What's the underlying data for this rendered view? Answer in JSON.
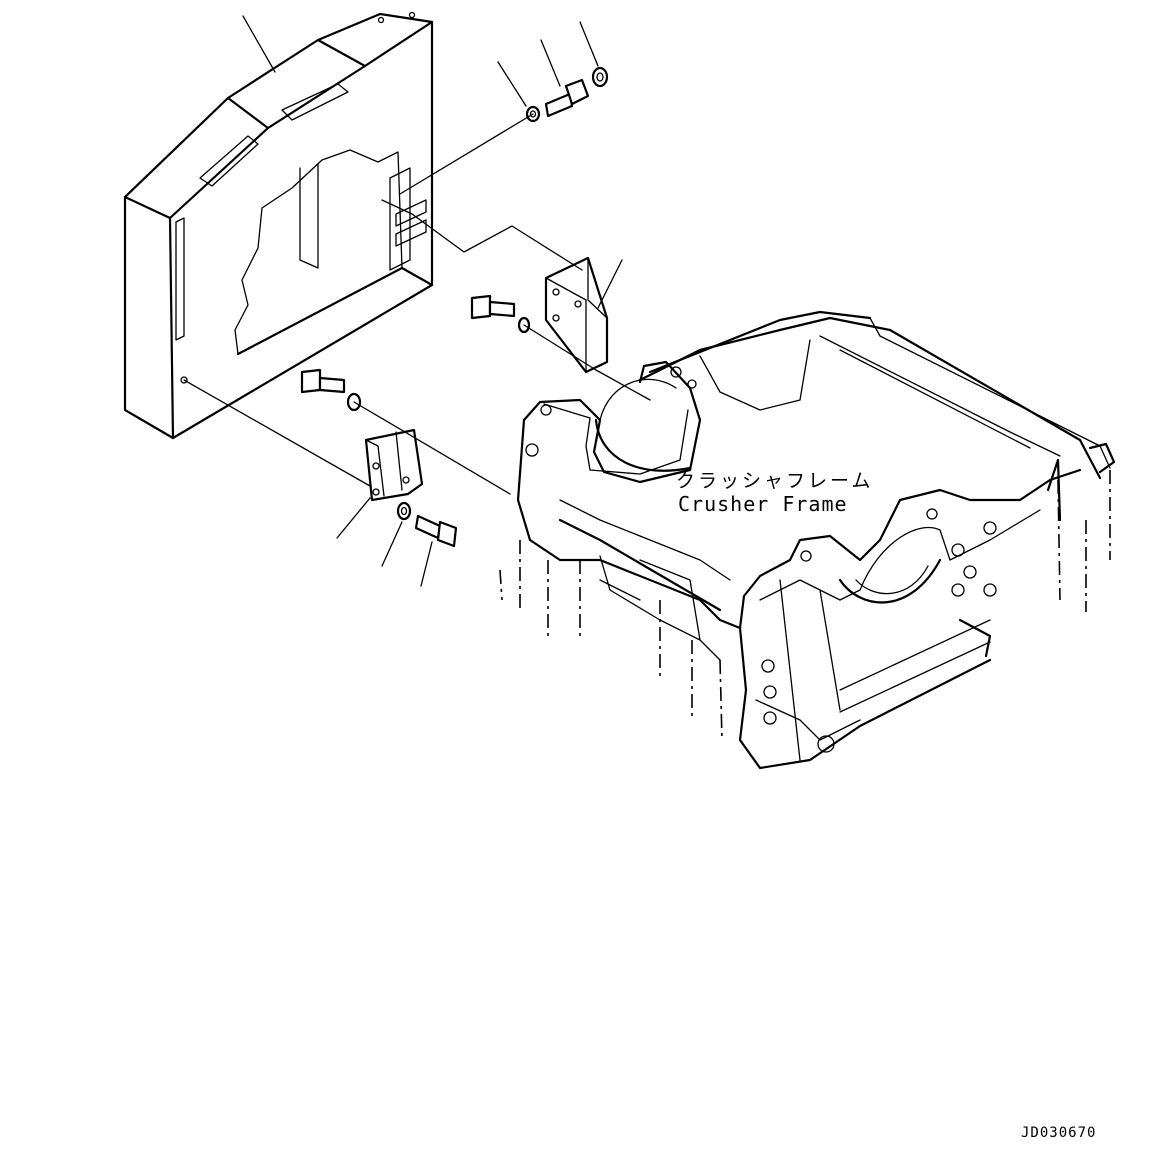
{
  "labels": {
    "component_name_jp": "クラッシャフレーム",
    "component_name_en": "Crusher Frame",
    "drawing_id": "JD030670"
  }
}
